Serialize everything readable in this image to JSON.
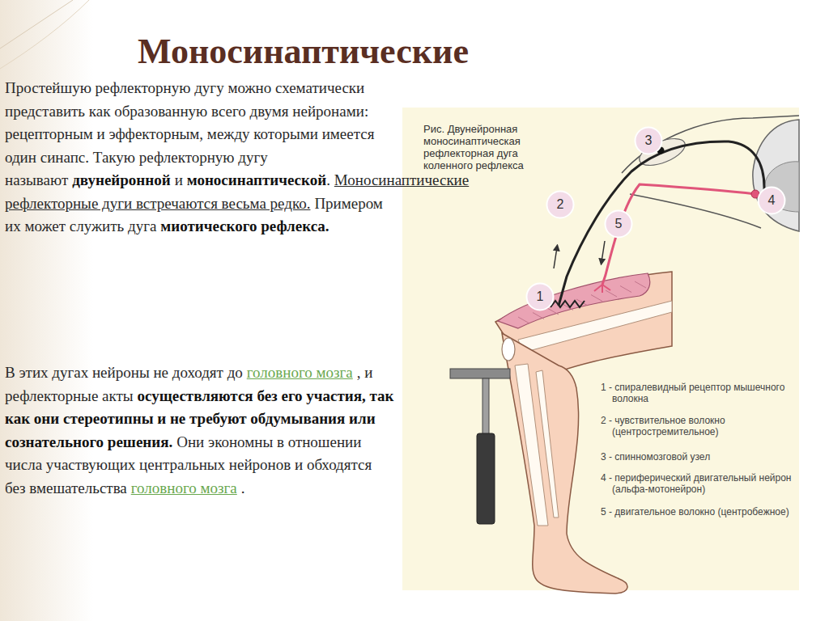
{
  "diagram": {
    "title": "Моносинаптические",
    "caption": "Рис. Двунейронная моносинаптическая рефлекторная дуга коленного рефлекса",
    "nodes": [
      {
        "text": [
          "1"
        ]
      },
      {
        "text": [
          "2"
        ]
      },
      {
        "text": [
          "3"
        ]
      },
      {
        "text": [
          "4"
        ]
      },
      {
        "text": [
          "5"
        ]
      }
    ],
    "labels": [
      "Простейшую рефлекторную дугу можно схематически представить как образованную всего двумя нейронами: рецепторным и эффекторным, между которыми имеется один синапс. Такую рефлекторную дугу называют",
      "двунейронной",
      "и",
      "моносинаптической",
      ".",
      "Моносинаптические рефлекторные дуги встречаются весьма редко.",
      "Примером их может служить дуга",
      "миотического рефлекса.",
      "В этих дугах нейроны не доходят до",
      "головного мозга",
      ", и рефлекторные акты",
      "осуществляются без его участия, так как они стереотипны и не требуют обдумывания или сознательного решения.",
      "Они экономны в отношении числа участвующих центральных нейронов и обходятся без вмешательства",
      "головного мозга",
      ".",
      "1 - спиралевидный рецептор мышечного волокна",
      "2 - чувствительное волокно (центростремительное)",
      "3 - спинномозговой узел",
      "4 - периферический двигательный нейрон (альфа-мотонейрон)",
      "5 - двигательное волокно (центробежное)"
    ]
  }
}
